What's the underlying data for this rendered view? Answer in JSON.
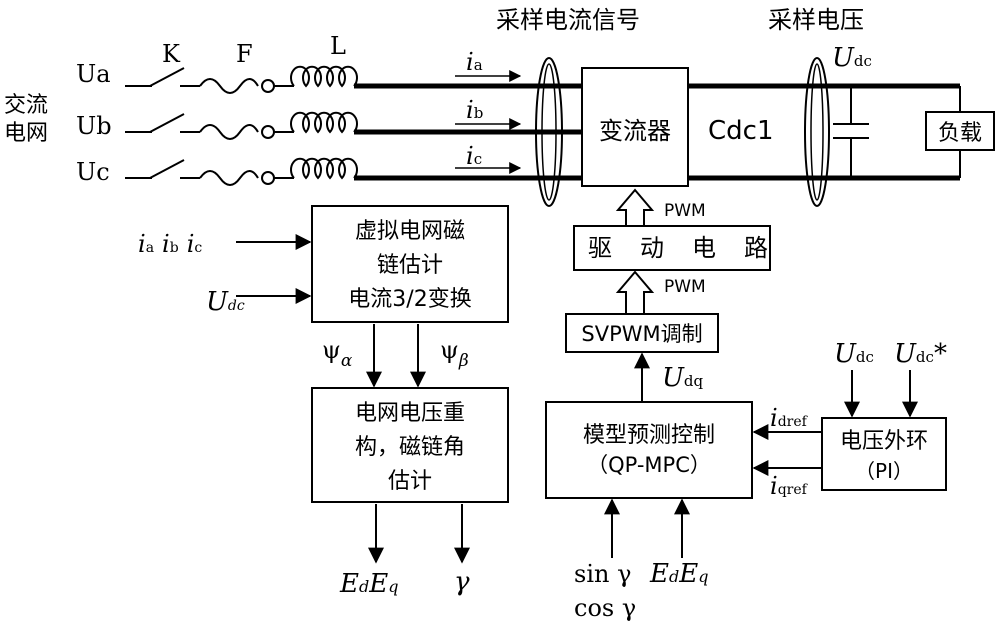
{
  "grid": {
    "name_line1": "交流",
    "name_line2": "电网",
    "phase_labels": [
      "Ua",
      "Ub",
      "Uc"
    ],
    "switch_label": "K",
    "fuse_label": "F",
    "inductor_label": "L"
  },
  "currents": {
    "ia": "i",
    "ia_sub": "a",
    "ib": "i",
    "ib_sub": "b",
    "ic": "i",
    "ic_sub": "c"
  },
  "top_labels": {
    "current_sampling": "采样电流信号",
    "voltage_sampling": "采样电压"
  },
  "udc_top": {
    "main": "U",
    "sub": "dc"
  },
  "converter": {
    "label": "变流器"
  },
  "capacitor": {
    "label": "Cdc1"
  },
  "load": {
    "label": "负载"
  },
  "pwm_labels": [
    "PWM",
    "PWM"
  ],
  "driver": {
    "chars": [
      "驱",
      "动",
      "电",
      "路"
    ]
  },
  "svpwm": {
    "label": "SVPWM调制"
  },
  "udq": {
    "main": "U",
    "sub": "dq"
  },
  "flux_block": {
    "line1": "虚拟电网磁",
    "line2": "链估计",
    "line3": "电流3/2变换",
    "inputs_currents": {
      "i": "i",
      "a": "a",
      "b": "b",
      "c": "c"
    },
    "input_udc": {
      "main": "U",
      "sub": "dc"
    }
  },
  "psi": {
    "alpha_main": "ψ",
    "alpha_sub": "α",
    "beta_main": "ψ",
    "beta_sub": "β"
  },
  "reconstruct_block": {
    "line1": "电网电压重",
    "line2": "构，磁链角",
    "line3": "估计"
  },
  "outputs": {
    "ed": "E",
    "ed_sub": "d",
    "eq": "E",
    "eq_sub": "q",
    "gamma": "γ"
  },
  "mpc_block": {
    "line1": "模型预测控制",
    "line2": "（QP-MPC）"
  },
  "mpc_inputs": {
    "sin": "sin γ",
    "cos": "cos γ",
    "ed": "E",
    "ed_sub": "d",
    "eq": "E",
    "eq_sub": "q"
  },
  "refs": {
    "idref_main": "i",
    "idref_sub": "dref",
    "iqref_main": "i",
    "iqref_sub": "qref"
  },
  "voltage_loop": {
    "line1": "电压外环",
    "line2": "（PI）"
  },
  "vl_inputs": {
    "udc_main": "U",
    "udc_sub": "dc",
    "udcstar_main": "U",
    "udcstar_sub": "dc",
    "star": "*"
  }
}
